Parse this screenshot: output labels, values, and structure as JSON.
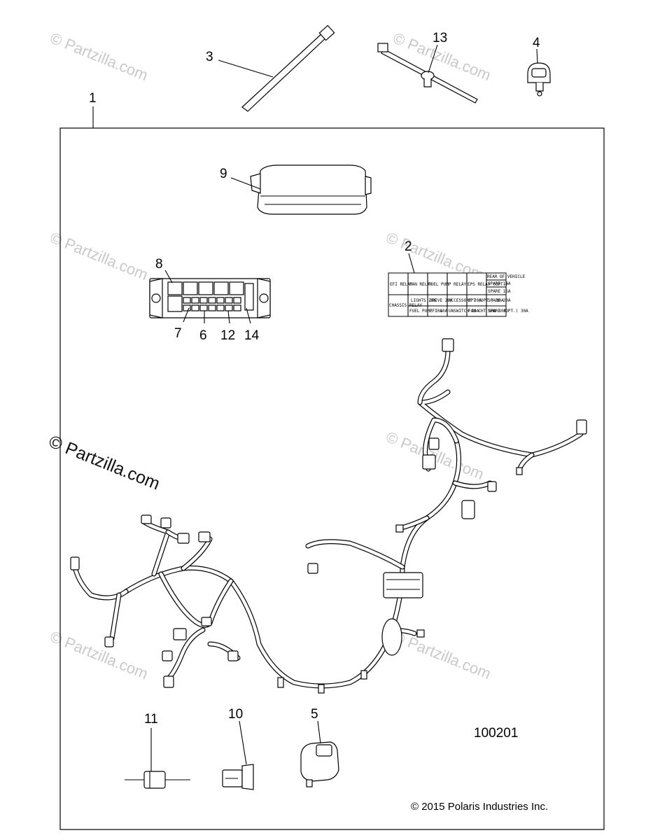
{
  "watermarks": {
    "text": "© Partzilla.com",
    "prominent": "© Partzilla.com"
  },
  "callouts": {
    "c1": "1",
    "c2": "2",
    "c3": "3",
    "c4": "4",
    "c5": "5",
    "c6": "6",
    "c7": "7",
    "c8": "8",
    "c9": "9",
    "c10": "10",
    "c11": "11",
    "c12": "12",
    "c13": "13",
    "c14": "14"
  },
  "fuse_label": {
    "efi_relay": "EFI RELAY",
    "fan_relay": "FAN RELAY",
    "fuel_pump_relay": "FUEL PUMP RELAY",
    "eps_relay": "EPS RELAY (OPT.)",
    "rear_of_vehicle": "REAR OF VEHICLE",
    "spare_10a": "SPARE 10A",
    "spare_15a": "SPARE 15A",
    "chassis_relay": "CHASSIS RELAY",
    "lights": "LIGHTS 20A",
    "drive": "DRIVE 20A",
    "accessory": "ACCESSORY 20A",
    "ept_opt": "EPT (OPT.) 30A",
    "spare_20a": "SPARE 20A",
    "fuel_pump": "FUEL PUMP 10A",
    "efi": "EFI 10A",
    "unswitch": "UNSWITCH 10A",
    "fan_cht": "FAN CHT SHD 10A",
    "spare_opt": "SPARE (OPT.) 30A"
  },
  "figure_number": "100201",
  "copyright": "© 2015 Polaris Industries Inc."
}
